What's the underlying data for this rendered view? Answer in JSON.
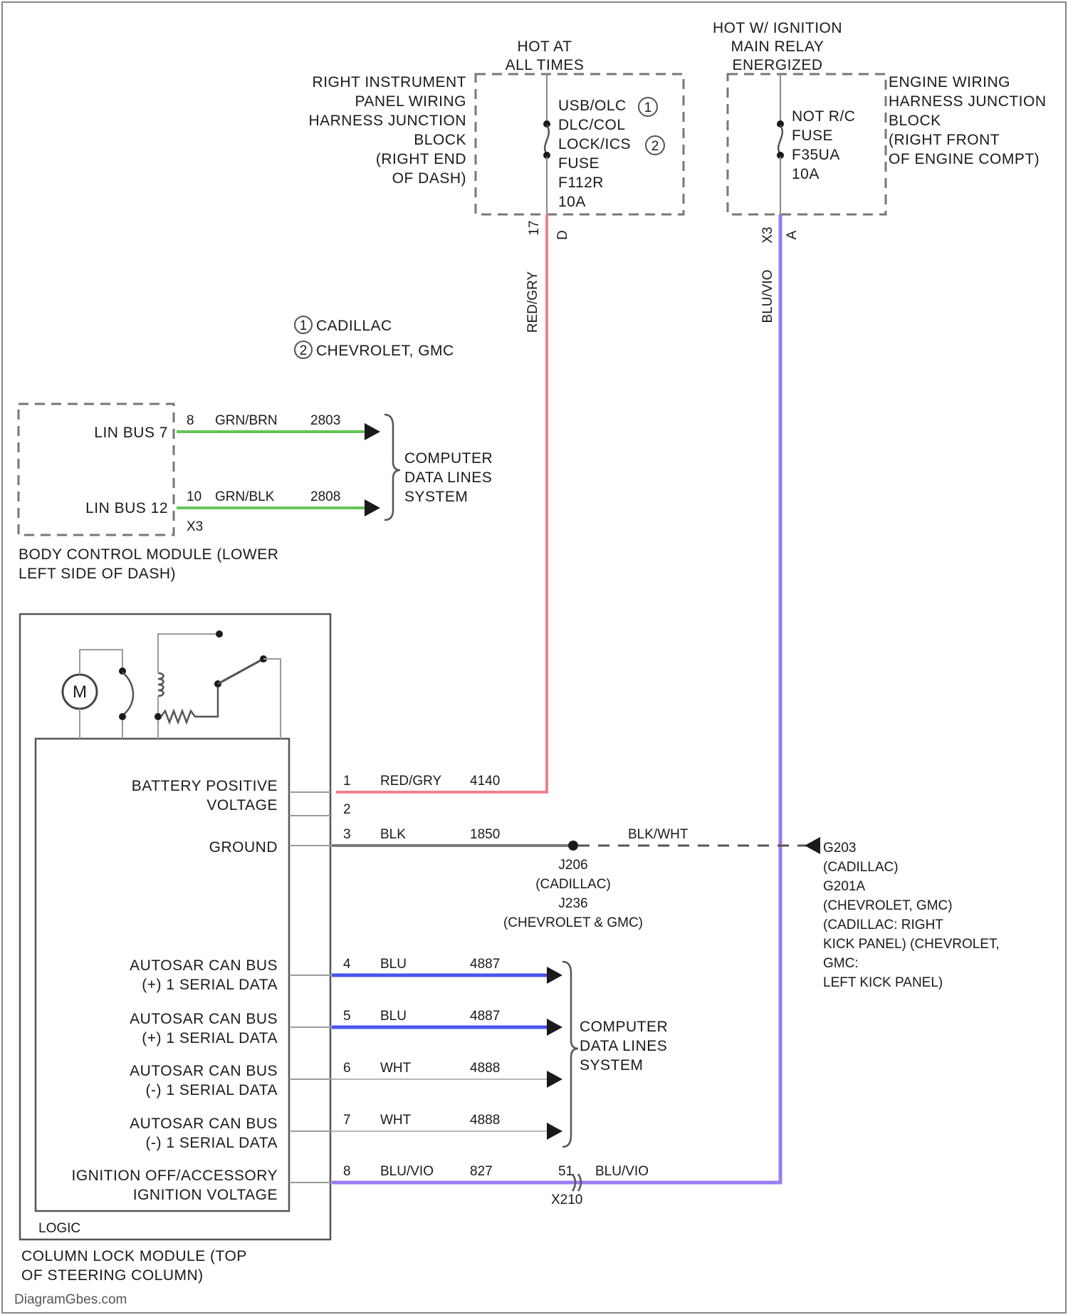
{
  "colors": {
    "red_gry_wire": "#f0828a",
    "blu_vio_wire": "#9a7cf2",
    "grn_wire": "#66c45a",
    "blu_wire": "#4a55ee",
    "gnd_wire": "#7a7a7a",
    "wht_wire": "#b8b8b8"
  },
  "top_left": {
    "header": [
      "HOT AT",
      "ALL TIMES"
    ],
    "location": [
      "RIGHT INSTRUMENT",
      "PANEL WIRING",
      "HARNESS JUNCTION",
      "BLOCK",
      "(RIGHT END",
      "OF DASH)"
    ],
    "fuse": [
      "USB/OLC",
      "DLC/COL",
      "LOCK/ICS",
      "FUSE",
      "F112R",
      "10A"
    ],
    "badge1": "1",
    "badge2": "2",
    "pin_left": "17",
    "pin_right": "D",
    "wire_label": "RED/GRY"
  },
  "top_right": {
    "header": [
      "HOT W/ IGNITION",
      "MAIN RELAY",
      "ENERGIZED"
    ],
    "location": [
      "ENGINE WIRING",
      "HARNESS JUNCTION",
      "BLOCK",
      "(RIGHT FRONT",
      "OF ENGINE COMPT)"
    ],
    "fuse": [
      "NOT R/C",
      "FUSE",
      "F35UA",
      "10A"
    ],
    "pin_left": "X3",
    "pin_right": "A",
    "wire_label": "BLU/VIO"
  },
  "legend": [
    {
      "num": "1",
      "text": "CADILLAC"
    },
    {
      "num": "2",
      "text": "CHEVROLET, GMC"
    }
  ],
  "bcm": {
    "pins": [
      {
        "label": "LIN BUS 7",
        "pin": "8",
        "color": "GRN/BRN",
        "circuit": "2803"
      },
      {
        "label": "LIN BUS 12",
        "pin": "10",
        "color": "GRN/BLK",
        "circuit": "2808"
      }
    ],
    "connector": "X3",
    "name": [
      "BODY CONTROL MODULE (LOWER",
      "LEFT SIDE OF DASH)"
    ],
    "dest": [
      "COMPUTER",
      "DATA LINES",
      "SYSTEM"
    ]
  },
  "clm": {
    "motor_label": "M",
    "logic_label": "LOGIC",
    "name": [
      "COLUMN LOCK MODULE (TOP",
      "OF STEERING COLUMN)"
    ],
    "pins": [
      {
        "label": [
          "BATTERY POSITIVE",
          "VOLTAGE"
        ],
        "pin": "1",
        "color": "RED/GRY",
        "circuit": "4140"
      },
      {
        "label": [
          "GROUND"
        ],
        "pin": "3",
        "color": "BLK",
        "circuit": "1850"
      },
      {
        "label": [
          "AUTOSAR CAN BUS",
          "(+) 1 SERIAL DATA"
        ],
        "pin": "4",
        "color": "BLU",
        "circuit": "4887"
      },
      {
        "label": [
          "AUTOSAR CAN BUS",
          "(+) 1 SERIAL DATA"
        ],
        "pin": "5",
        "color": "BLU",
        "circuit": "4887"
      },
      {
        "label": [
          "AUTOSAR CAN BUS",
          "(-) 1 SERIAL DATA"
        ],
        "pin": "6",
        "color": "WHT",
        "circuit": "4888"
      },
      {
        "label": [
          "AUTOSAR CAN BUS",
          "(-) 1 SERIAL DATA"
        ],
        "pin": "7",
        "color": "WHT",
        "circuit": "4888"
      },
      {
        "label": [
          "IGNITION OFF/ACCESSORY",
          "IGNITION VOLTAGE"
        ],
        "pin": "8",
        "color": "BLU/VIO",
        "circuit": "827"
      }
    ],
    "pin2": "2",
    "dest": [
      "COMPUTER",
      "DATA LINES",
      "SYSTEM"
    ]
  },
  "ground": {
    "splice": [
      "J206",
      "(CADILLAC)",
      "J236",
      "(CHEVROLET & GMC)"
    ],
    "wire_label": "BLK/WHT",
    "point": [
      "G203",
      "(CADILLAC)",
      "G201A",
      "(CHEVROLET, GMC)",
      "(CADILLAC: RIGHT",
      "KICK PANEL) (CHEVROLET,",
      "GMC:",
      "LEFT KICK PANEL)"
    ]
  },
  "inline": {
    "pin": "51",
    "name": "X210",
    "wire_label": "BLU/VIO"
  },
  "footer": "DiagramGbes.com"
}
